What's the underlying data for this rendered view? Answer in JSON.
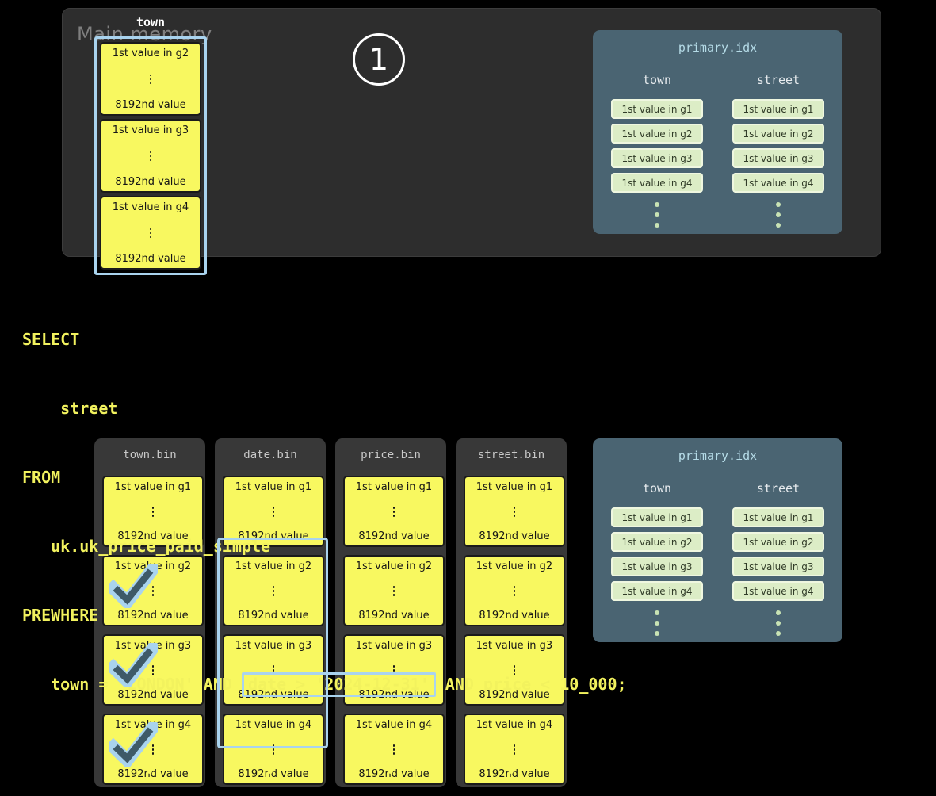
{
  "step_badge": {
    "number": "1"
  },
  "main_memory": {
    "label": "Main memory",
    "column": {
      "header": "town",
      "blocks": [
        {
          "first": "1st value in g2",
          "last": "8192nd value"
        },
        {
          "first": "1st value in g3",
          "last": "8192nd value"
        },
        {
          "first": "1st value in g4",
          "last": "8192nd value"
        }
      ]
    }
  },
  "sql": {
    "line_select": "SELECT",
    "line_select_col": "    street",
    "line_from": "FROM",
    "line_table": "   uk.uk_price_paid_simple",
    "line_prewhere": "PREWHERE",
    "line_where_pre": "   town = 'LONDON' AND ",
    "line_where_highlight": "date > '2024-12-31'",
    "line_where_post": " AND price < 10_000;"
  },
  "bins": [
    {
      "title": "town.bin",
      "checked_granules": [
        2,
        3,
        4
      ],
      "highlight_granules": [],
      "blocks": [
        {
          "first": "1st value in g1",
          "last": "8192nd value"
        },
        {
          "first": "1st value in g2",
          "last": "8192nd value"
        },
        {
          "first": "1st value in g3",
          "last": "8192nd value"
        },
        {
          "first": "1st value in g4",
          "last": "8192nd value"
        }
      ]
    },
    {
      "title": "date.bin",
      "checked_granules": [],
      "highlight_granules": [
        2,
        3,
        4
      ],
      "blocks": [
        {
          "first": "1st value in g1",
          "last": "8192nd value"
        },
        {
          "first": "1st value in g2",
          "last": "8192nd value"
        },
        {
          "first": "1st value in g3",
          "last": "8192nd value"
        },
        {
          "first": "1st value in g4",
          "last": "8192nd value"
        }
      ]
    },
    {
      "title": "price.bin",
      "checked_granules": [],
      "highlight_granules": [],
      "blocks": [
        {
          "first": "1st value in g1",
          "last": "8192nd value"
        },
        {
          "first": "1st value in g2",
          "last": "8192nd value"
        },
        {
          "first": "1st value in g3",
          "last": "8192nd value"
        },
        {
          "first": "1st value in g4",
          "last": "8192nd value"
        }
      ]
    },
    {
      "title": "street.bin",
      "checked_granules": [],
      "highlight_granules": [],
      "blocks": [
        {
          "first": "1st value in g1",
          "last": "8192nd value"
        },
        {
          "first": "1st value in g2",
          "last": "8192nd value"
        },
        {
          "first": "1st value in g3",
          "last": "8192nd value"
        },
        {
          "first": "1st value in g4",
          "last": "8192nd value"
        }
      ]
    }
  ],
  "primary_index": {
    "title": "primary.idx",
    "columns": [
      {
        "header": "town",
        "entries": [
          "1st value in g1",
          "1st value in g2",
          "1st value in g3",
          "1st value in g4"
        ]
      },
      {
        "header": "street",
        "entries": [
          "1st value in g1",
          "1st value in g2",
          "1st value in g3",
          "1st value in g4"
        ]
      }
    ]
  },
  "colors": {
    "accent_blue": "#a9d3ee",
    "granule_yellow": "#f8f860",
    "index_chip_green": "#dcedc6",
    "sql_yellow": "#f2f25e",
    "check_fill": "#3e5a68"
  }
}
